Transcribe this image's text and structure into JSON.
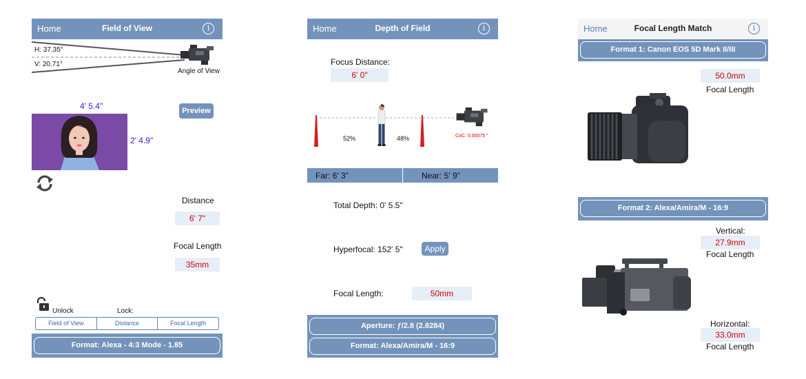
{
  "fov": {
    "nav": {
      "home": "Home",
      "title": "Field of View",
      "info": "i"
    },
    "h_angle": "H: 37.35°",
    "v_angle": "V: 20.71°",
    "angle_label": "Angle of View",
    "width_dim": "4' 5.4\"",
    "height_dim": "2' 4.9\"",
    "preview_label": "Preview",
    "distance_label": "Distance",
    "distance_value": "6' 7\"",
    "focal_label": "Focal Length",
    "focal_value": "35mm",
    "unlock_label": "Unlock",
    "lock_label": "Lock:",
    "lock_options": [
      "Field of View",
      "Distance",
      "Focal Length"
    ],
    "format_label": "Format: Alexa - 4:3 Mode - 1.85"
  },
  "dof": {
    "nav": {
      "home": "Home",
      "title": "Depth of Field",
      "info": "i"
    },
    "focus_label": "Focus Distance:",
    "focus_value": "6' 0\"",
    "pct_left": "52%",
    "pct_right": "48%",
    "coc": "CoC: 0.00075 \"",
    "far": "Far: 6' 3\"",
    "near": "Near: 5' 9\"",
    "total_depth": "Total Depth: 0' 5.5\"",
    "hyperfocal": "Hyperfocal: 152' 5\"",
    "apply_label": "Apply",
    "focal_label": "Focal Length:",
    "focal_value": "50mm",
    "aperture_label": "Aperture: ƒ/2.8 (2.8284)",
    "format_label": "Format: Alexa/Amira/M - 16:9"
  },
  "flm": {
    "nav": {
      "home": "Home",
      "title": "Focal Length Match",
      "info": "i"
    },
    "format1": "Format 1:  Canon EOS 5D Mark II/III",
    "focal1_value": "50.0mm",
    "focal1_label": "Focal Length",
    "format2": "Format 2:  Alexa/Amira/M - 16:9",
    "vertical_label": "Vertical:",
    "vertical_value": "27.9mm",
    "vertical_focal_label": "Focal Length",
    "horizontal_label": "Horizontal:",
    "horizontal_value": "33.0mm",
    "horizontal_focal_label": "Focal Length"
  },
  "colors": {
    "bar": "#7393bb",
    "field_bg": "#e6eef8",
    "value_red": "#d40000",
    "dim_blue": "#2a2ad0",
    "portrait_bg": "#7a4aa6"
  }
}
